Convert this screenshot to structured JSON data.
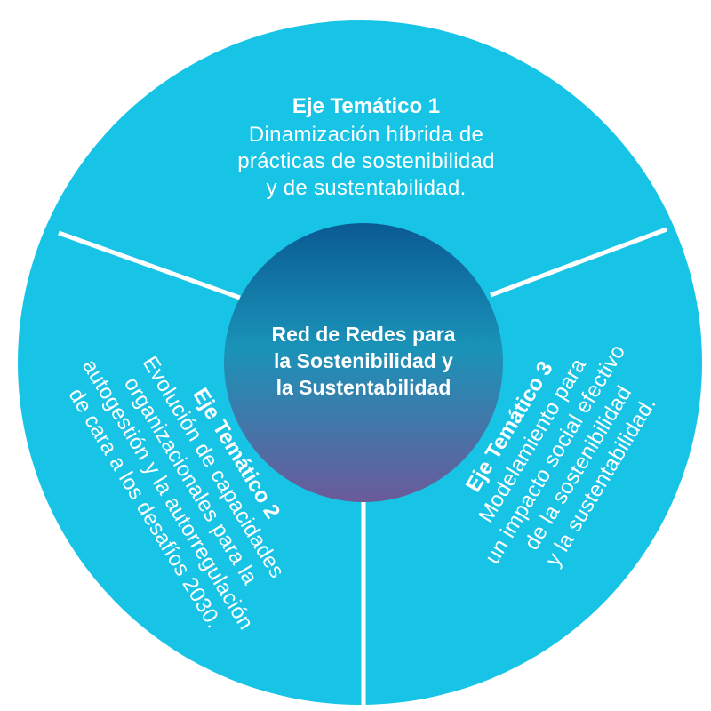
{
  "colors": {
    "ring": "#17c4e6",
    "divider": "#ffffff",
    "center_top": "#0a5a93",
    "center_mid": "#1a93b8",
    "center_bottom": "#6b5a9a"
  },
  "center": {
    "lines": [
      "Red de Redes para",
      "la Sostenibilidad y",
      "la Sustentabilidad"
    ]
  },
  "segments": [
    {
      "title": "Eje Temático 1",
      "lines": [
        "Dinamización híbrida de",
        "prácticas de sostenibilidad",
        "y de sustentabilidad."
      ]
    },
    {
      "title": "Eje Temático 2",
      "lines": [
        "Evolución de capacidades",
        "organizacionales para la",
        "autogestión y la autorregulación",
        "de cara a los desafíos 2030."
      ]
    },
    {
      "title": "Eje Temático 3",
      "lines": [
        "Modelamiento para",
        "un impacto social efectivo",
        "de la sostenibilidad",
        "y la sustentabilidad."
      ]
    }
  ]
}
